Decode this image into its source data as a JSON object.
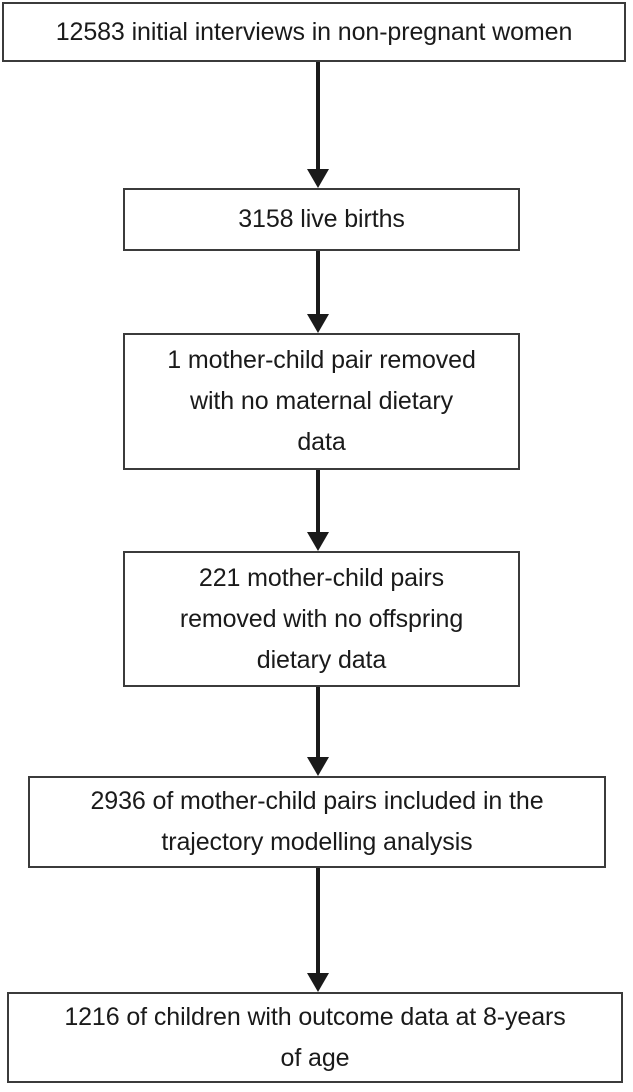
{
  "diagram": {
    "type": "flowchart",
    "orientation": "vertical",
    "title": "",
    "colors": {
      "box_border": "#3b3b3b",
      "box_fill": "#ffffff",
      "arrow": "#1a1a1a",
      "text": "#1a1a1a",
      "background": "#ffffff"
    },
    "nodes": [
      {
        "id": "initial-interviews",
        "label": "12583 initial interviews in non-pregnant women",
        "count": 12583,
        "lines": 1
      },
      {
        "id": "live-births",
        "label": "3158 live births",
        "count": 3158,
        "lines": 1
      },
      {
        "id": "removed-maternal",
        "label": "1 mother-child pair removed\nwith no maternal dietary\ndata",
        "count": 1,
        "lines": 3
      },
      {
        "id": "removed-offspring",
        "label": "221 mother-child pairs\nremoved with no offspring\ndietary data",
        "count": 221,
        "lines": 3
      },
      {
        "id": "included-analysis",
        "label": "2936 of mother-child pairs included in the\ntrajectory modelling analysis",
        "count": 2936,
        "lines": 2
      },
      {
        "id": "outcome-8years",
        "label": "1216 of children with outcome data at 8-years\nof age",
        "count": 1216,
        "lines": 2
      }
    ],
    "connectors": [
      {
        "id": "arrow-1",
        "from": "initial-interviews",
        "to": "live-births",
        "style": "solid-down-arrow"
      },
      {
        "id": "arrow-2",
        "from": "live-births",
        "to": "removed-maternal",
        "style": "solid-down-arrow"
      },
      {
        "id": "arrow-3",
        "from": "removed-maternal",
        "to": "removed-offspring",
        "style": "solid-down-arrow"
      },
      {
        "id": "arrow-4",
        "from": "removed-offspring",
        "to": "included-analysis",
        "style": "solid-down-arrow"
      },
      {
        "id": "arrow-5",
        "from": "included-analysis",
        "to": "outcome-8years",
        "style": "solid-down-arrow"
      }
    ]
  }
}
